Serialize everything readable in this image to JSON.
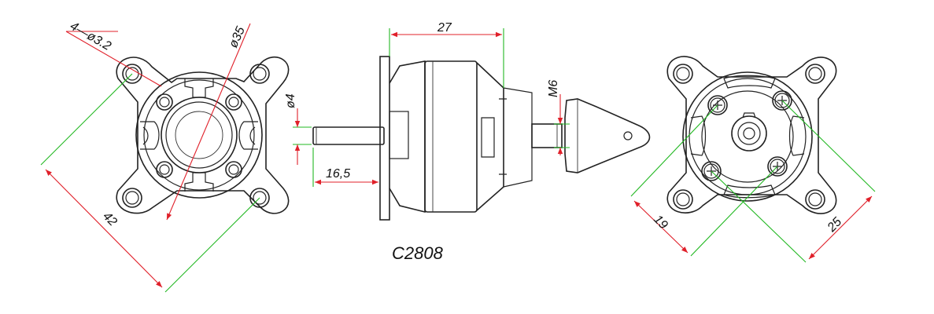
{
  "model": "C2808",
  "dimensions": {
    "length": "27",
    "shaft_length": "16,5",
    "shaft_dia": "ø4",
    "thread": "M6",
    "mount_holes": "4—ø3.2",
    "body_dia": "ø35",
    "mount_span": "42",
    "screw_spacing_a": "19",
    "screw_spacing_b": "25"
  },
  "colors": {
    "outline": "#222222",
    "extension_line": "#22b822",
    "dimension_line": "#e0202a"
  }
}
